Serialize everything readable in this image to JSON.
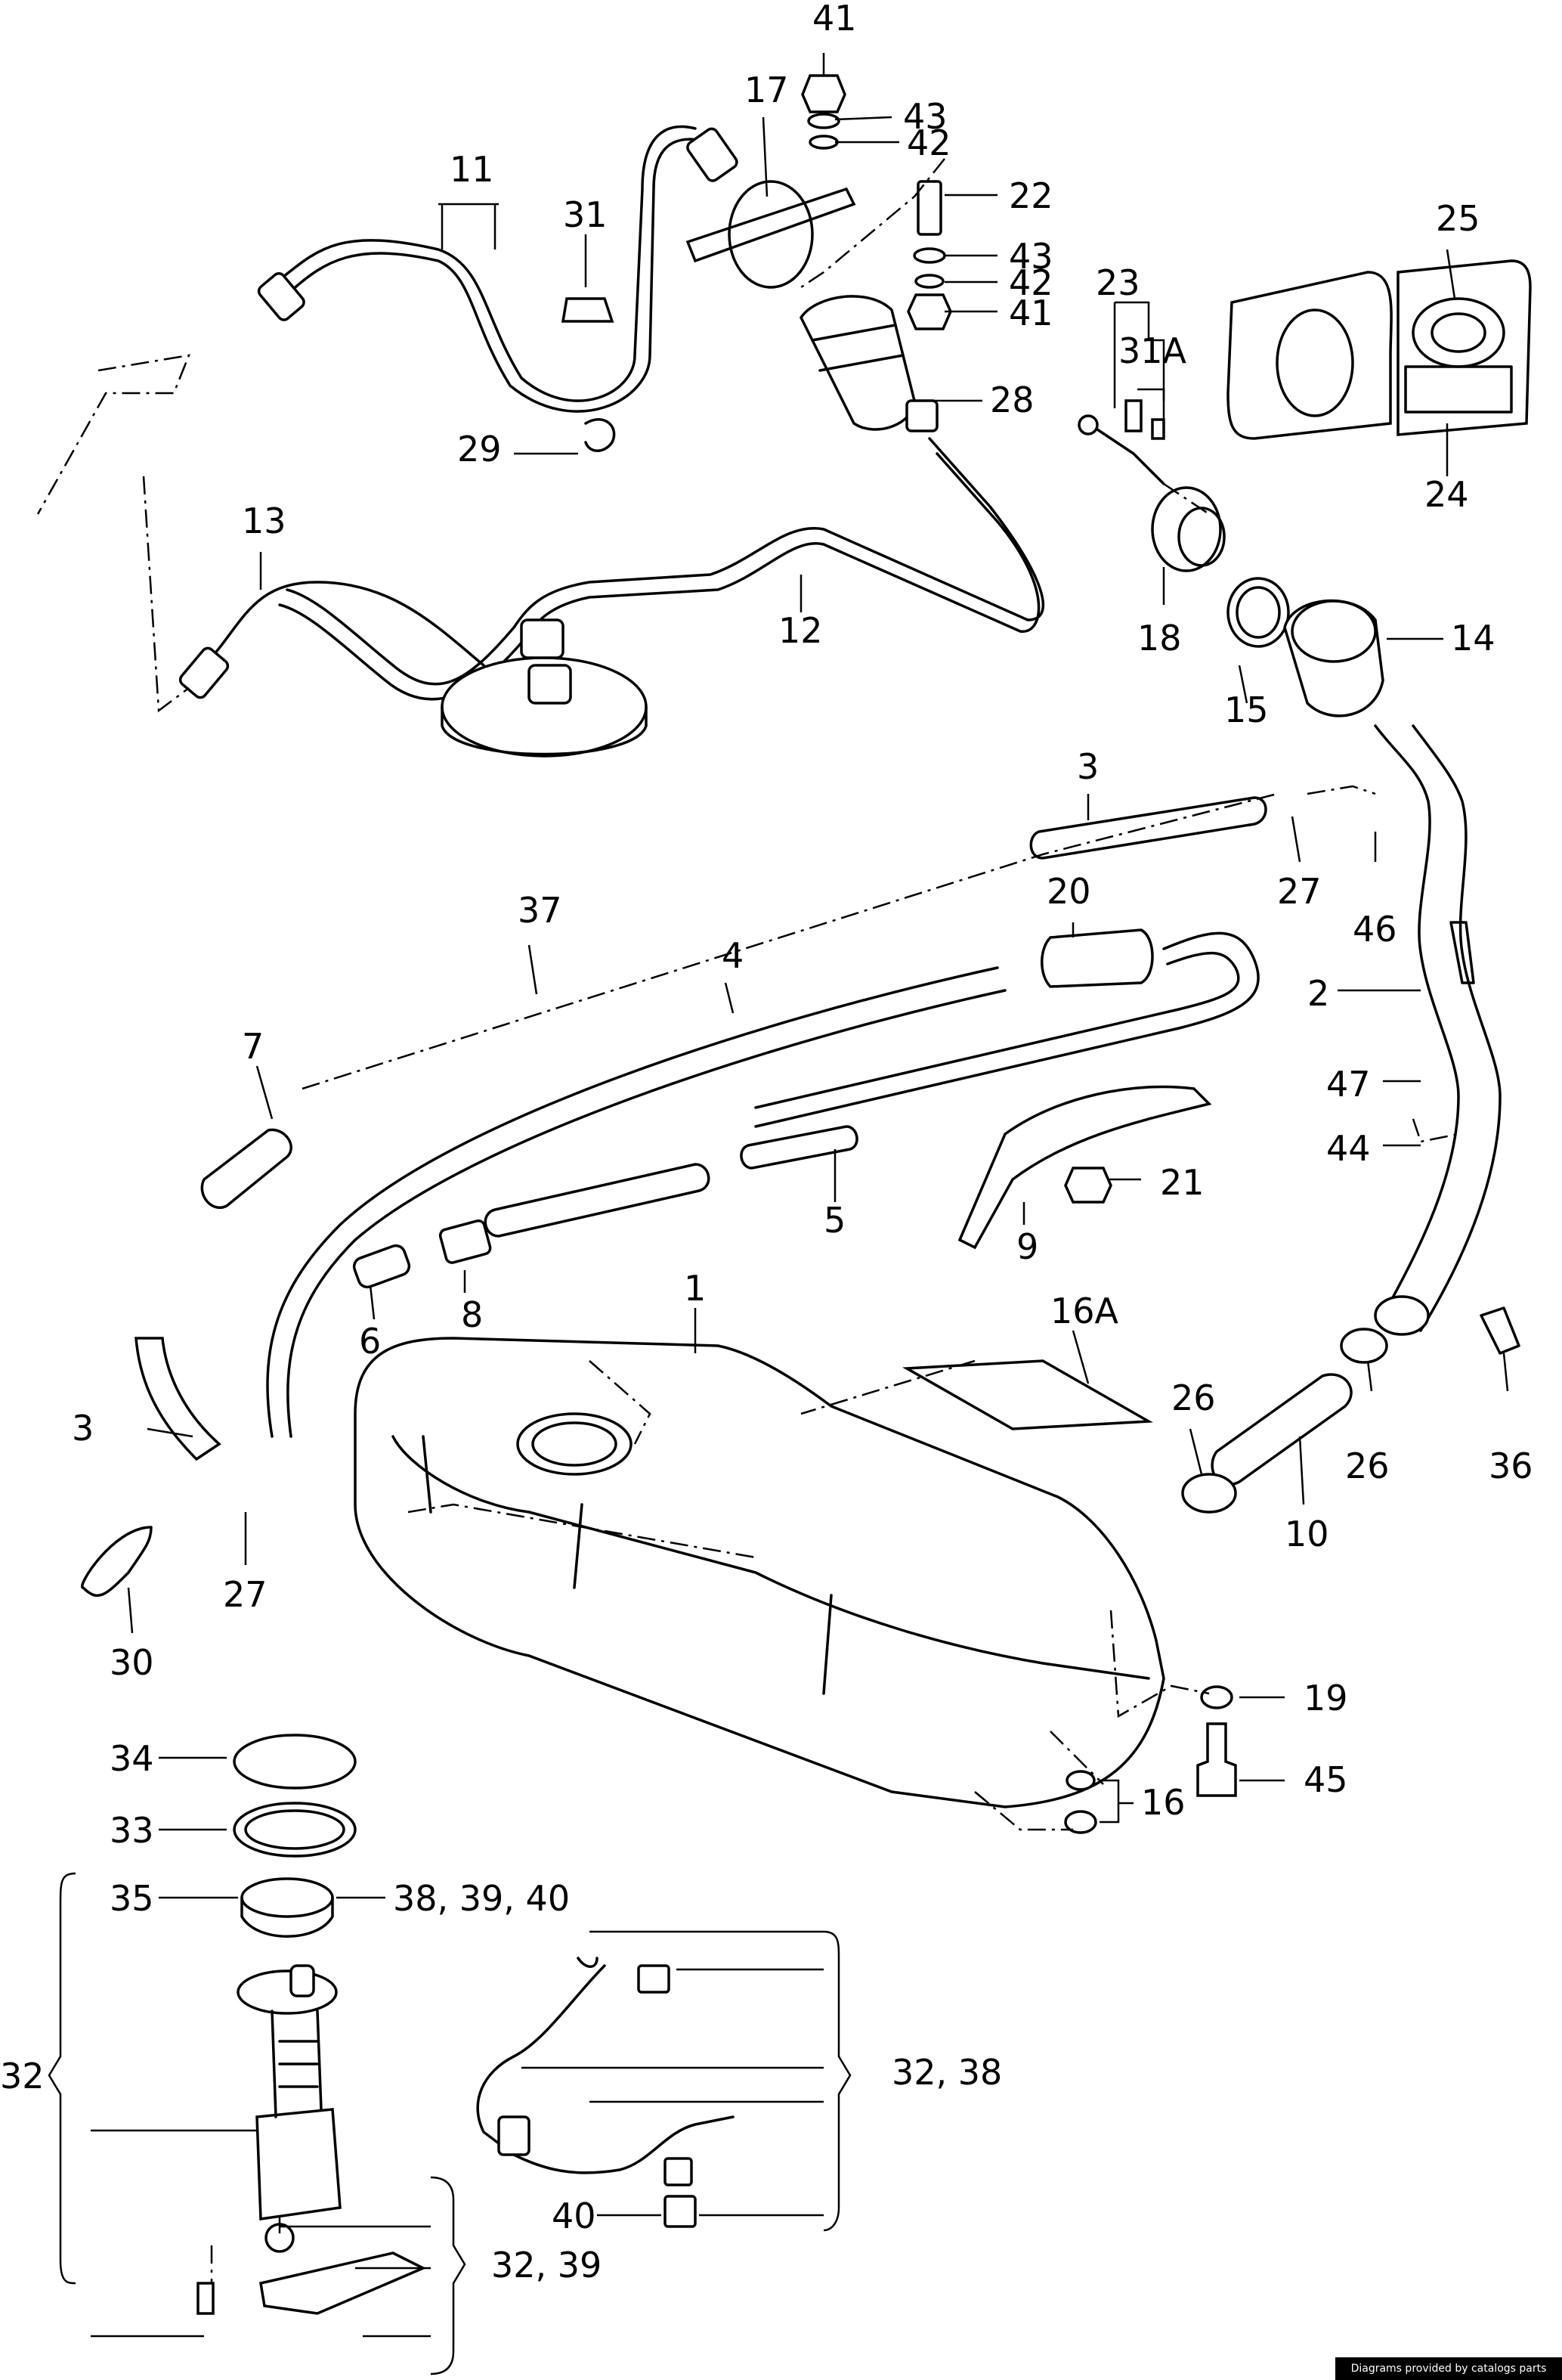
{
  "callouts": [
    "41",
    "43",
    "42",
    "17",
    "11",
    "31",
    "22",
    "43",
    "42",
    "41",
    "23",
    "25",
    "31A",
    "28",
    "29",
    "24",
    "13",
    "12",
    "18",
    "14",
    "15",
    "3",
    "20",
    "37",
    "4",
    "27",
    "46",
    "2",
    "7",
    "47",
    "44",
    "5",
    "21",
    "9",
    "1",
    "16A",
    "8",
    "6",
    "26",
    "3",
    "36",
    "26",
    "10",
    "27",
    "30",
    "19",
    "34",
    "45",
    "16",
    "33",
    "35",
    "38, 39, 40",
    "32",
    "32, 38",
    "40",
    "32, 39"
  ],
  "credit": "Diagrams provided by catalogs parts"
}
